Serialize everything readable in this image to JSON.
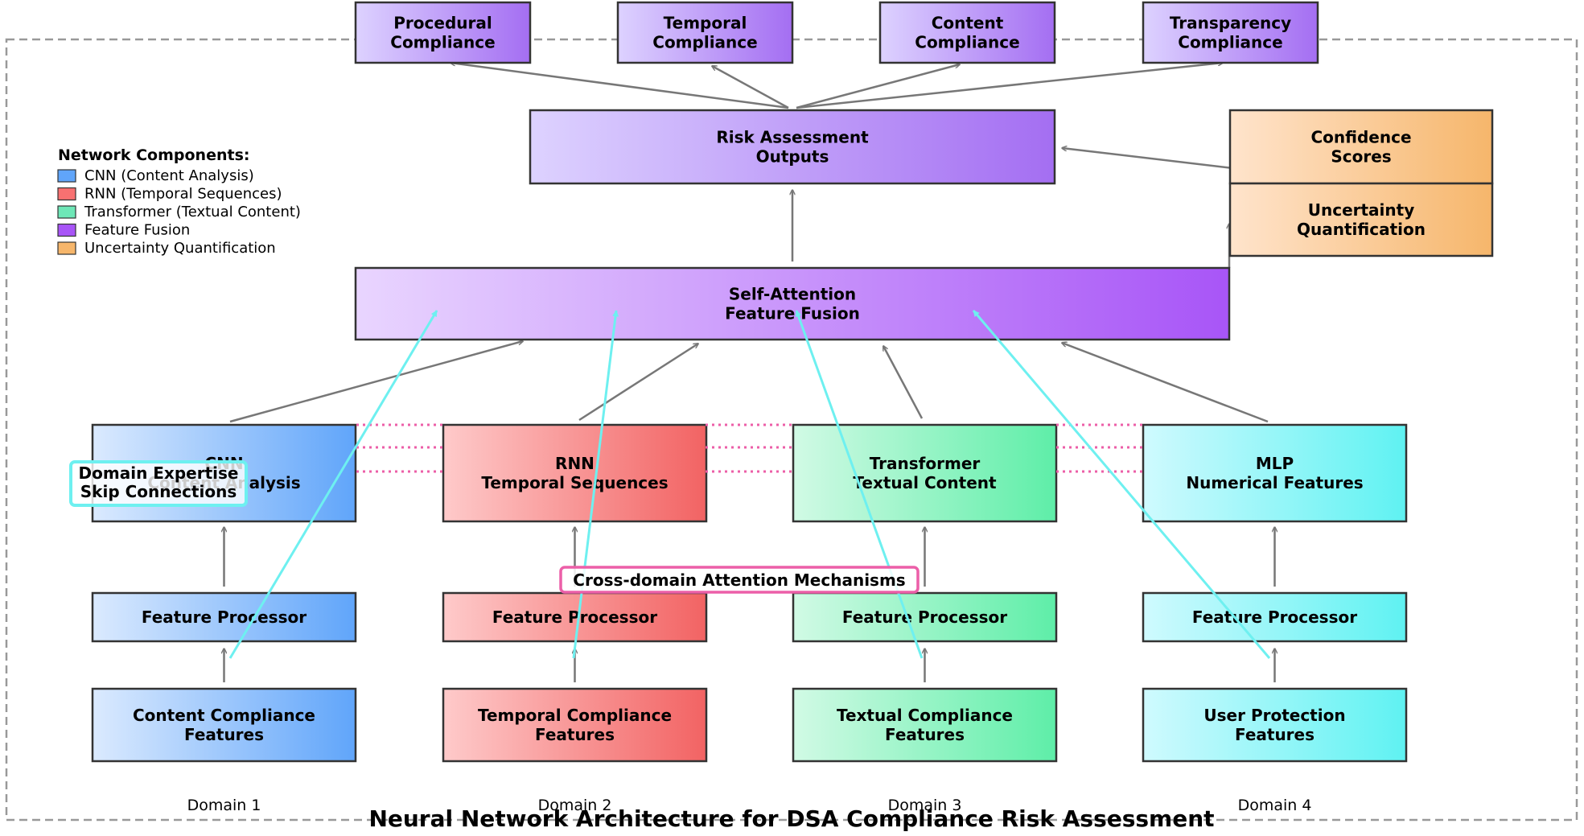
{
  "title": "Neural Network Architecture for DSA Compliance Risk Assessment",
  "legend": {
    "heading": "Network Components:",
    "items": [
      {
        "label": "CNN (Content Analysis)",
        "color": "#60a5fa"
      },
      {
        "label": "RNN (Temporal Sequences)",
        "color": "#f87171"
      },
      {
        "label": "Transformer (Textual Content)",
        "color": "#6ee7b7"
      },
      {
        "label": "Feature Fusion",
        "color": "#a855f7"
      },
      {
        "label": "Uncertainty Quantification",
        "color": "#f6b66b"
      }
    ]
  },
  "domains": [
    {
      "domain": "Domain 1",
      "input": [
        "Content Compliance",
        "Features"
      ],
      "processor": "Feature Processor",
      "network": [
        "CNN",
        "Content Analysis"
      ],
      "color": "#60a5fa",
      "light": "#dbeafe"
    },
    {
      "domain": "Domain 2",
      "input": [
        "Temporal Compliance",
        "Features"
      ],
      "processor": "Feature Processor",
      "network": [
        "RNN",
        "Temporal Sequences"
      ],
      "color": "#f26363",
      "light": "#fecaca"
    },
    {
      "domain": "Domain 3",
      "input": [
        "Textual Compliance",
        "Features"
      ],
      "processor": "Feature Processor",
      "network": [
        "Transformer",
        "Textual Content"
      ],
      "color": "#5eeea8",
      "light": "#d1fae5"
    },
    {
      "domain": "Domain 4",
      "input": [
        "User Protection",
        "Features"
      ],
      "processor": "Feature Processor",
      "network": [
        "MLP",
        "Numerical Features"
      ],
      "color": "#5ff2f2",
      "light": "#cffafe"
    }
  ],
  "fusion": [
    "Self-Attention",
    "Feature Fusion"
  ],
  "risk_outputs": [
    "Risk Assessment",
    "Outputs"
  ],
  "confidence": [
    "Confidence",
    "Scores"
  ],
  "uncertainty": [
    "Uncertainty",
    "Quantification"
  ],
  "outputs": [
    [
      "Procedural",
      "Compliance"
    ],
    [
      "Temporal",
      "Compliance"
    ],
    [
      "Content",
      "Compliance"
    ],
    [
      "Transparency",
      "Compliance"
    ]
  ],
  "annotations": {
    "skip": [
      "Domain Expertise",
      "Skip Connections"
    ],
    "cross": "Cross-domain Attention Mechanisms"
  },
  "colors": {
    "fusion": "#a855f7",
    "fusion_light": "#e9d5ff",
    "uncertainty": "#f6b66b",
    "uncertainty_light": "#ffe4cc",
    "arrow": "#777777",
    "skip": "#6ef0f0",
    "cross": "#ec5fa8",
    "frame": "#999999"
  }
}
